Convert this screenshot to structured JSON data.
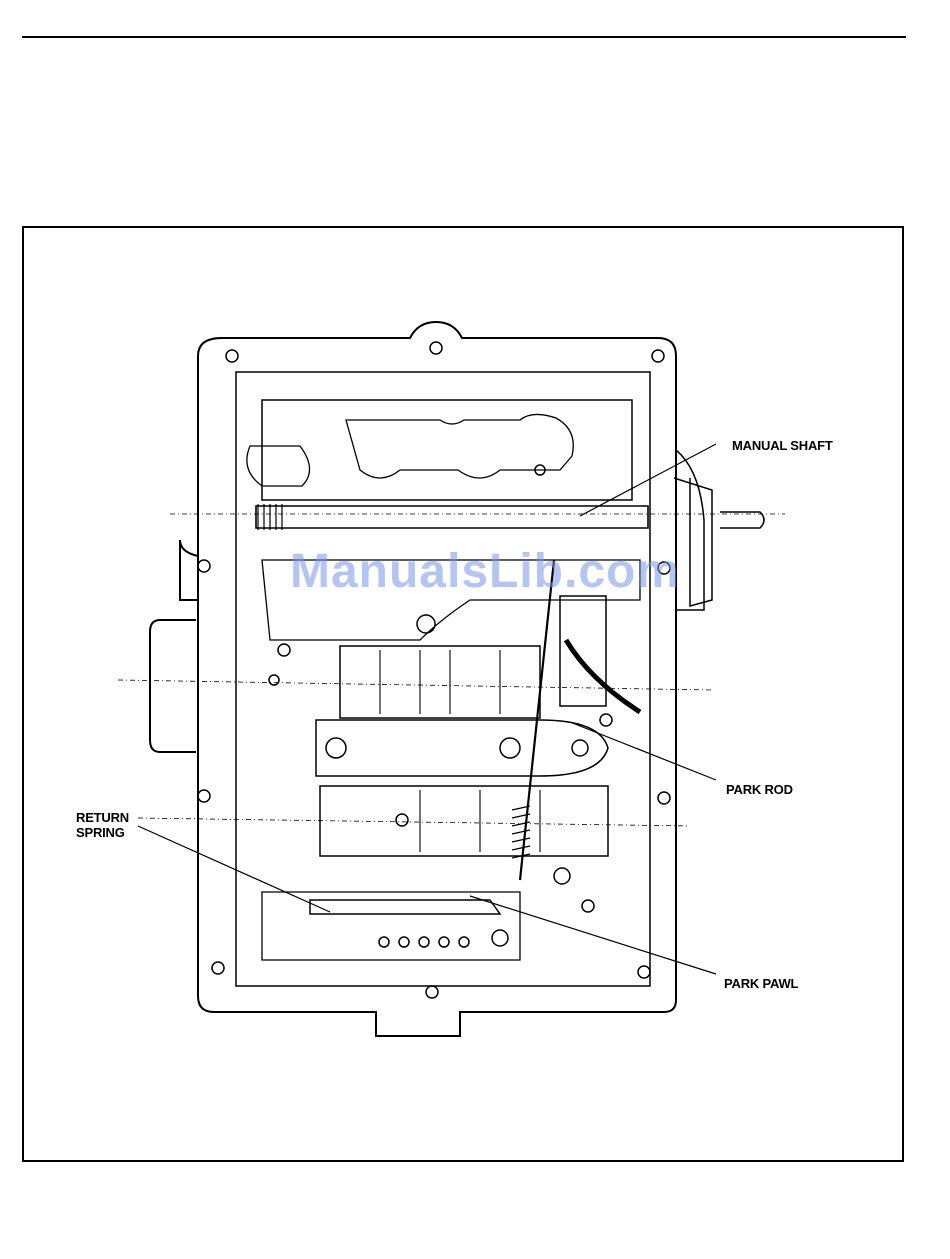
{
  "figure": {
    "labels": {
      "manual_shaft": "MANUAL SHAFT",
      "park_rod": "PARK ROD",
      "return_spring": "RETURN\nSPRING",
      "park_pawl": "PARK PAWL"
    }
  },
  "watermark": "ManualsLib.com",
  "colors": {
    "ink": "#000000",
    "watermark": "#7896e6"
  }
}
